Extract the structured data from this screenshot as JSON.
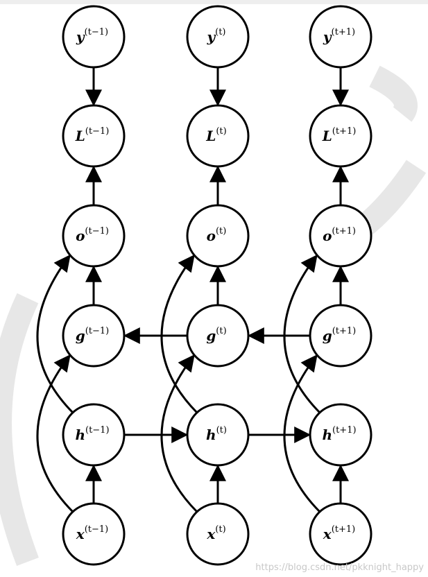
{
  "colors": {
    "stroke": "#000000",
    "node_fill": "#ffffff",
    "watermark": "#c8c8c8"
  },
  "columns": [
    "t-1",
    "t",
    "t+1"
  ],
  "node_types": [
    "y",
    "L",
    "o",
    "g",
    "h",
    "x"
  ],
  "nodes": {
    "y": [
      {
        "base": "y",
        "sup": "(t−1)"
      },
      {
        "base": "y",
        "sup": "(t)"
      },
      {
        "base": "y",
        "sup": "(t+1)"
      }
    ],
    "L": [
      {
        "base": "L",
        "sup": "(t−1)"
      },
      {
        "base": "L",
        "sup": "(t)"
      },
      {
        "base": "L",
        "sup": "(t+1)"
      }
    ],
    "o": [
      {
        "base": "o",
        "sup": "(t−1)"
      },
      {
        "base": "o",
        "sup": "(t)"
      },
      {
        "base": "o",
        "sup": "(t+1)"
      }
    ],
    "g": [
      {
        "base": "g",
        "sup": "(t−1)"
      },
      {
        "base": "g",
        "sup": "(t)"
      },
      {
        "base": "g",
        "sup": "(t+1)"
      }
    ],
    "h": [
      {
        "base": "h",
        "sup": "(t−1)"
      },
      {
        "base": "h",
        "sup": "(t)"
      },
      {
        "base": "h",
        "sup": "(t+1)"
      }
    ],
    "x": [
      {
        "base": "x",
        "sup": "(t−1)"
      },
      {
        "base": "x",
        "sup": "(t)"
      },
      {
        "base": "x",
        "sup": "(t+1)"
      }
    ]
  },
  "edges": [
    {
      "from": "y0",
      "to": "L0",
      "kind": "straight"
    },
    {
      "from": "y1",
      "to": "L1",
      "kind": "straight"
    },
    {
      "from": "y2",
      "to": "L2",
      "kind": "straight"
    },
    {
      "from": "o0",
      "to": "L0",
      "kind": "straight"
    },
    {
      "from": "o1",
      "to": "L1",
      "kind": "straight"
    },
    {
      "from": "o2",
      "to": "L2",
      "kind": "straight"
    },
    {
      "from": "g0",
      "to": "o0",
      "kind": "straight"
    },
    {
      "from": "g1",
      "to": "o1",
      "kind": "straight"
    },
    {
      "from": "g2",
      "to": "o2",
      "kind": "straight"
    },
    {
      "from": "x0",
      "to": "h0",
      "kind": "straight"
    },
    {
      "from": "x1",
      "to": "h1",
      "kind": "straight"
    },
    {
      "from": "x2",
      "to": "h2",
      "kind": "straight"
    },
    {
      "from": "h0",
      "to": "h1",
      "kind": "straight"
    },
    {
      "from": "h1",
      "to": "h2",
      "kind": "straight"
    },
    {
      "from": "g1",
      "to": "g0",
      "kind": "straight"
    },
    {
      "from": "g2",
      "to": "g1",
      "kind": "straight"
    },
    {
      "from": "h0",
      "to": "o0",
      "kind": "curve"
    },
    {
      "from": "h1",
      "to": "o1",
      "kind": "curve"
    },
    {
      "from": "h2",
      "to": "o2",
      "kind": "curve"
    },
    {
      "from": "x0",
      "to": "g0",
      "kind": "curve"
    },
    {
      "from": "x1",
      "to": "g1",
      "kind": "curve"
    },
    {
      "from": "x2",
      "to": "g2",
      "kind": "curve"
    }
  ],
  "watermark": {
    "text": "https://blog.csdn.net/pkknight_happy"
  }
}
